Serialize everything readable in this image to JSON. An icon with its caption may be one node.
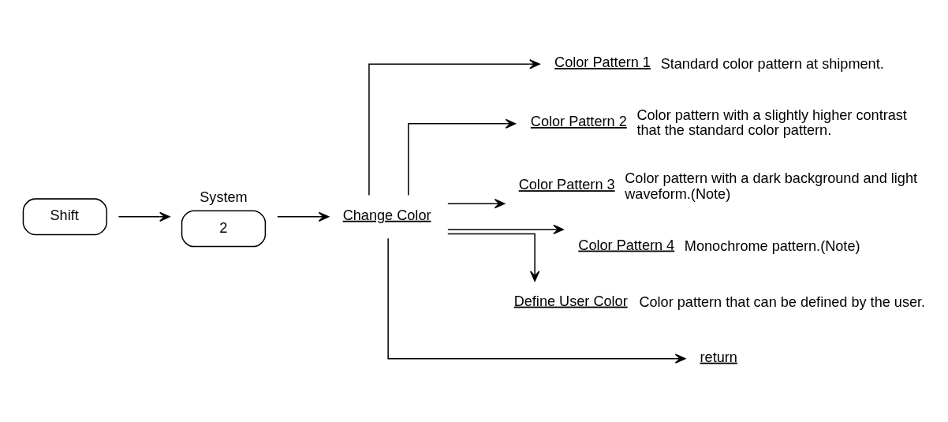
{
  "diagram": {
    "nodes": [
      {
        "text": [
          "Shift"
        ]
      },
      {
        "text": [
          "System",
          "2"
        ]
      },
      {
        "text": [
          "Change Color"
        ]
      },
      {
        "text": [
          "Color Pattern 1"
        ],
        "beside": [
          "Standard color pattern at shipment."
        ]
      },
      {
        "text": [
          "Color Pattern 2"
        ],
        "beside": [
          "Color pattern with a slightly higher contrast that the standard color pattern."
        ]
      },
      {
        "text": [
          "Color Pattern 3"
        ],
        "beside": [
          "Color pattern with a dark background and light waveform.(Note)"
        ]
      },
      {
        "text": [
          "Color Pattern 4"
        ],
        "beside": [
          "Monochrome pattern.(Note)"
        ]
      },
      {
        "text": [
          "Define User Color"
        ],
        "beside": [
          "Color pattern that can be defined by the user."
        ]
      },
      {
        "text": [
          "return"
        ]
      }
    ],
    "edges": [
      {
        "from": 0,
        "to": 1,
        "arrow": "to"
      },
      {
        "from": 1,
        "to": 2,
        "arrow": "to"
      },
      {
        "from": 2,
        "to": 3,
        "arrow": "to"
      },
      {
        "from": 2,
        "to": 4,
        "arrow": "to"
      },
      {
        "from": 2,
        "to": 5,
        "arrow": "to"
      },
      {
        "from": 2,
        "to": 6,
        "arrow": "to"
      },
      {
        "from": 2,
        "to": 7,
        "arrow": "to"
      },
      {
        "from": 2,
        "to": 8,
        "arrow": "to"
      }
    ]
  }
}
